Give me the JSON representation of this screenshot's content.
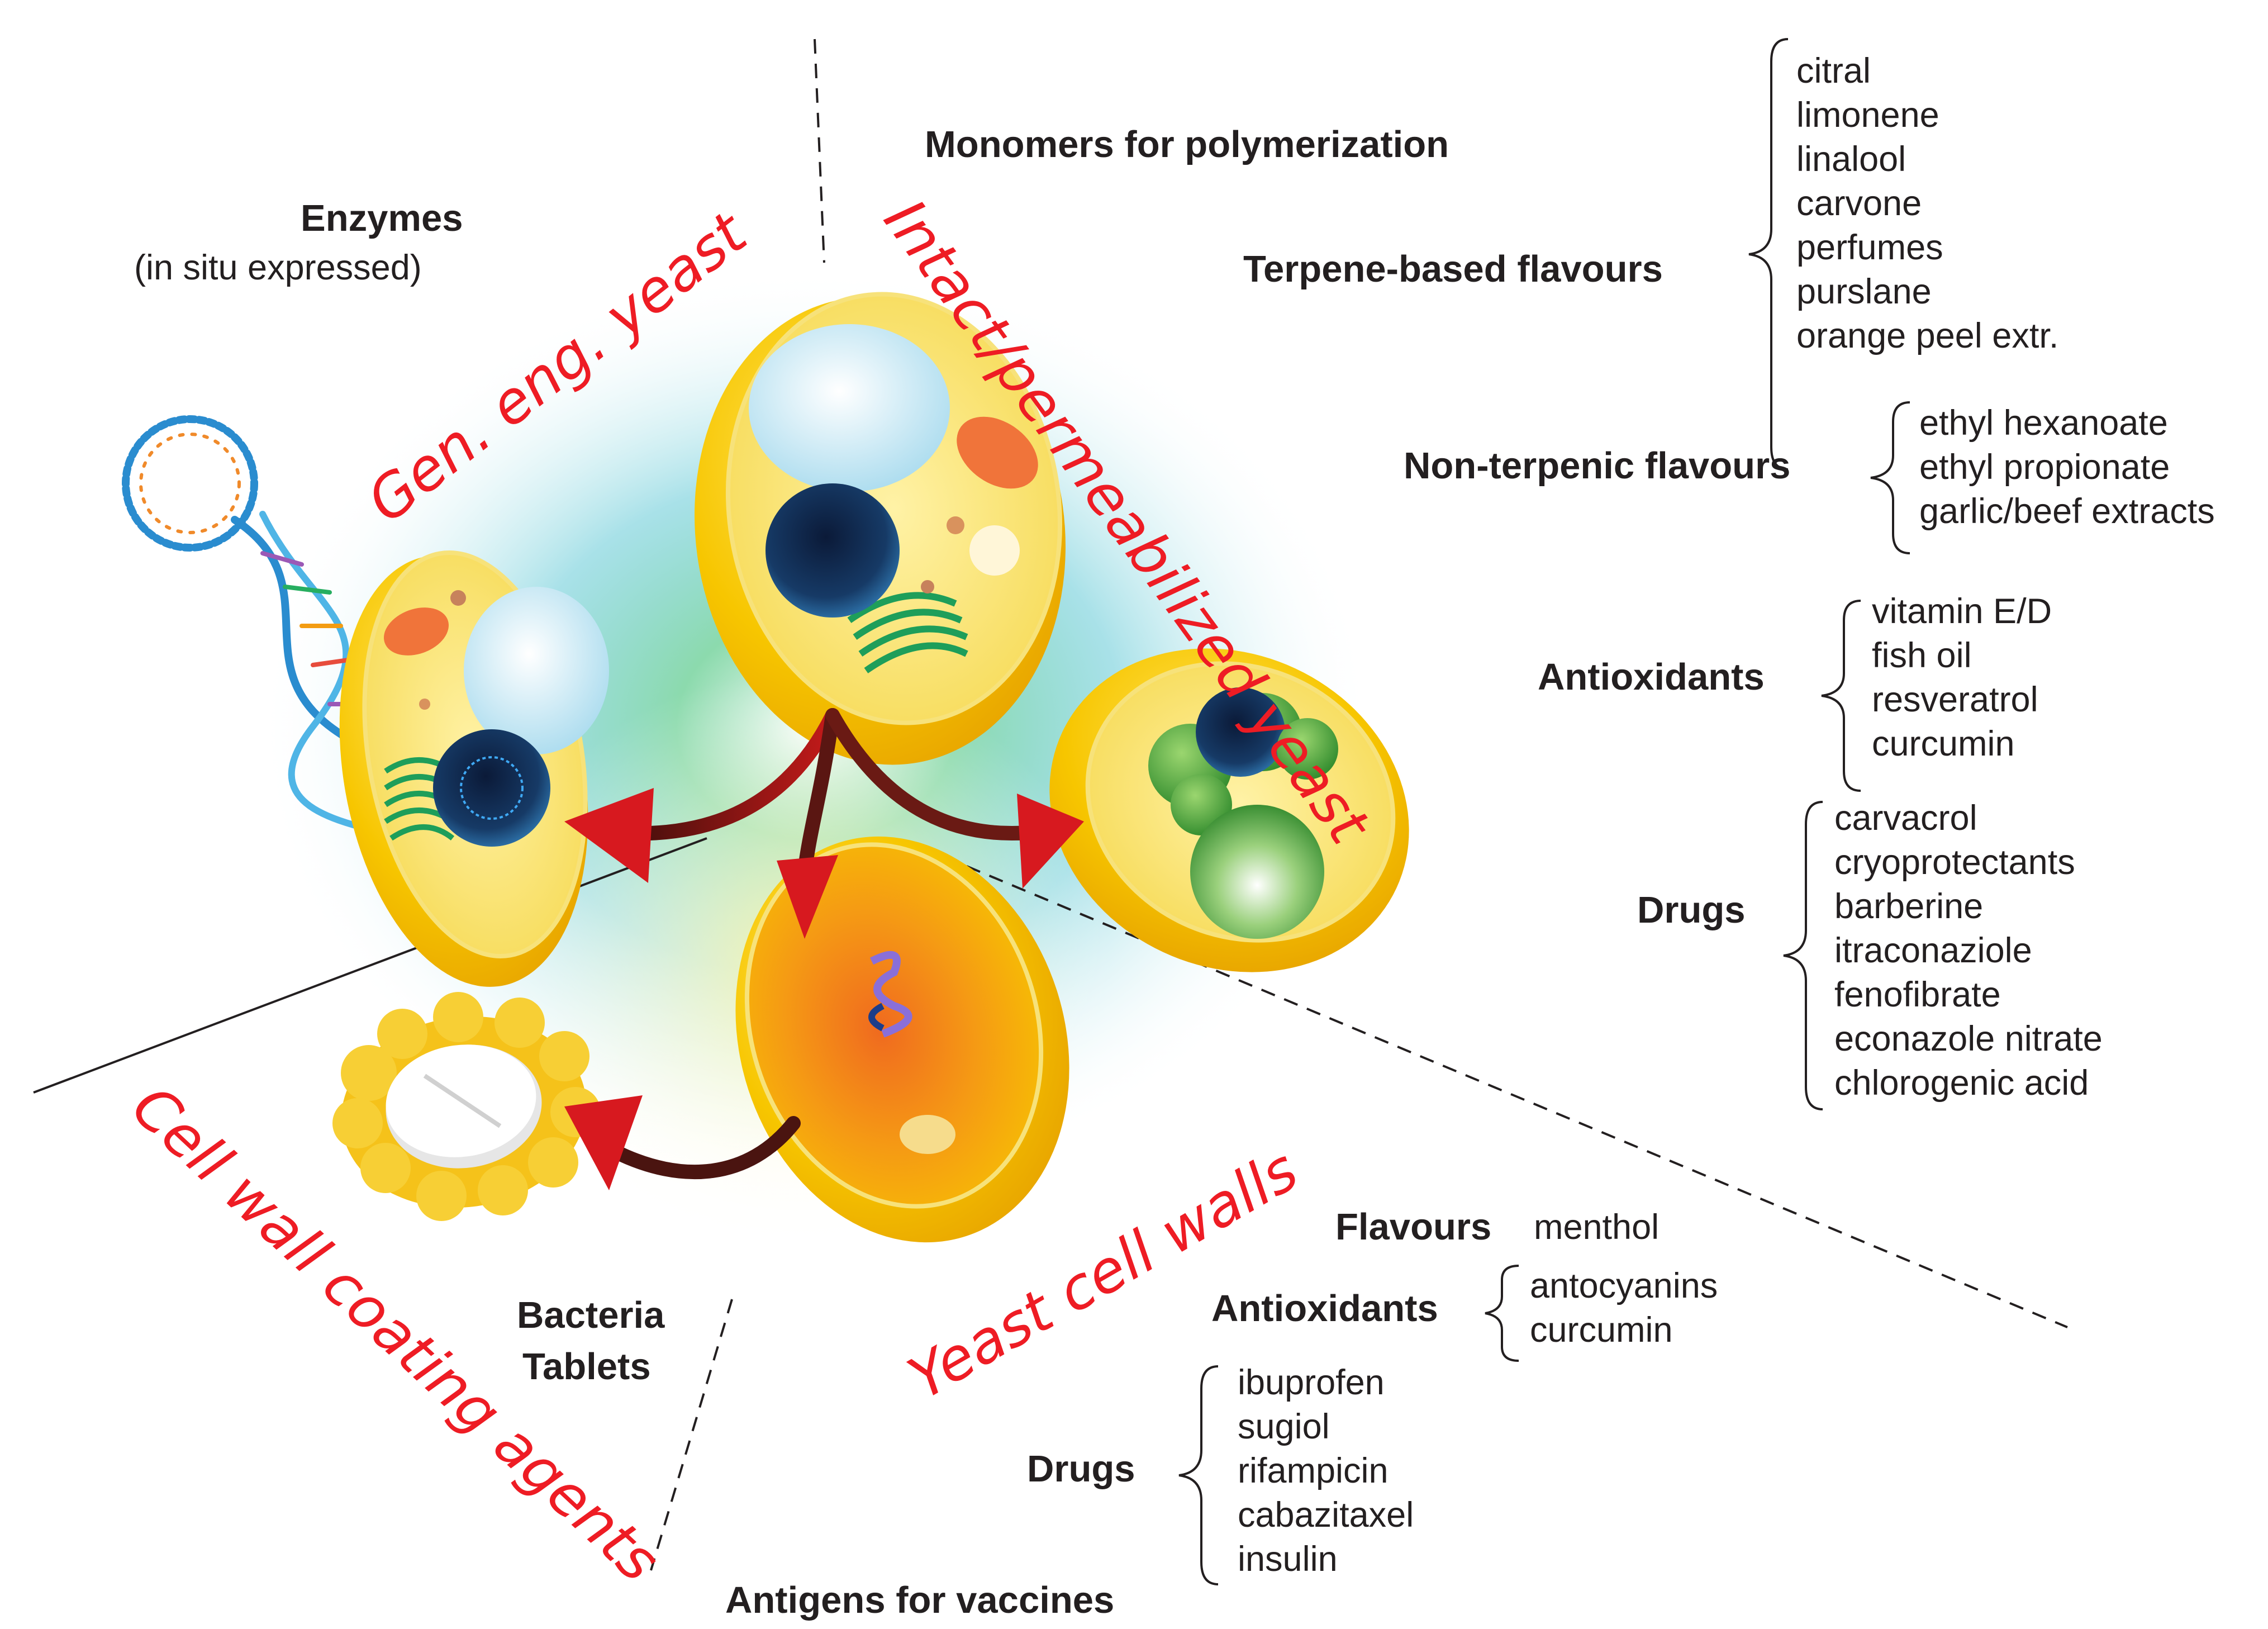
{
  "sections": {
    "genetically_engineered": "Gen. eng. yeast",
    "intact_permeabilized": "Intact/permeabilized yeast",
    "cell_walls": "Yeast cell walls",
    "coating_agents": "Cell wall coating agents"
  },
  "enzymes": {
    "title": "Enzymes",
    "subtitle": "(in situ expressed)"
  },
  "intact": {
    "monomers": "Monomers for polymerization",
    "terpene": {
      "label": "Terpene-based flavours",
      "items": [
        "citral",
        "limonene",
        "linalool",
        "carvone",
        "perfumes",
        "purslane",
        "orange peel extr."
      ]
    },
    "non_terpenic": {
      "label": "Non-terpenic flavours",
      "items": [
        "ethyl hexanoate",
        "ethyl propionate",
        "garlic/beef extracts"
      ]
    },
    "antioxidants": {
      "label": "Antioxidants",
      "items": [
        "vitamin E/D",
        "fish oil",
        "resveratrol",
        "curcumin"
      ]
    },
    "drugs": {
      "label": "Drugs",
      "items": [
        "carvacrol",
        "cryoprotectants",
        "barberine",
        "itraconaziole",
        "fenofibrate",
        "econazole nitrate",
        "chlorogenic acid"
      ]
    }
  },
  "cell_walls": {
    "flavours": {
      "label": "Flavours",
      "value": "menthol"
    },
    "antioxidants": {
      "label": "Antioxidants",
      "items": [
        "antocyanins",
        "curcumin"
      ]
    },
    "drugs": {
      "label": "Drugs",
      "items": [
        "ibuprofen",
        "sugiol",
        "rifampicin",
        "cabazitaxel",
        "insulin"
      ]
    },
    "antigens": "Antigens for vaccines"
  },
  "coating": {
    "line1": "Bacteria",
    "line2": "Tablets"
  },
  "colors": {
    "section_red": "#ee1c24",
    "text": "#231f20",
    "yeast_yellow": "#f7c600",
    "arrow_red": "#d7191f",
    "arrow_dark": "#4a1410",
    "glow_green": "#58c98a",
    "glow_cyan": "#55cbe0"
  },
  "icons": [
    "dna-helix-icon",
    "yeast-cell-icon",
    "tablet-icon",
    "arrow-icon"
  ]
}
